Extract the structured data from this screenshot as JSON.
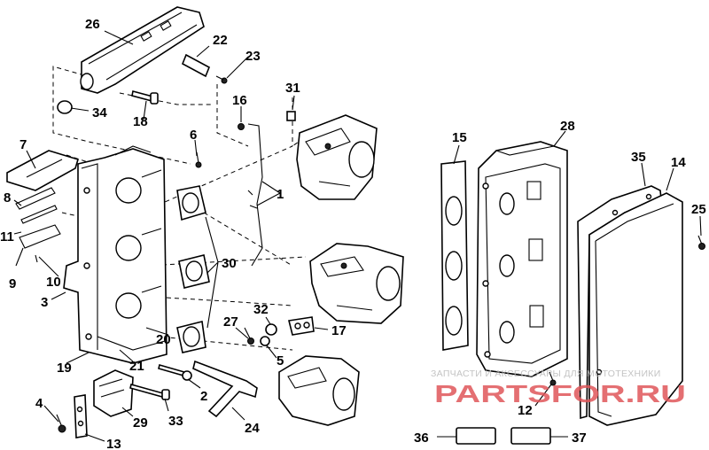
{
  "diagram": {
    "callouts": [
      "1",
      "2",
      "3",
      "4",
      "5",
      "6",
      "7",
      "8",
      "9",
      "10",
      "11",
      "12",
      "13",
      "14",
      "15",
      "16",
      "17",
      "18",
      "19",
      "20",
      "21",
      "22",
      "23",
      "24",
      "25",
      "26",
      "27",
      "28",
      "29",
      "30",
      "31",
      "32",
      "33",
      "34",
      "35",
      "36",
      "37"
    ]
  },
  "watermark": {
    "subtitle": "ЗАПЧАСТИ И АКСЕССУАРЫ ДЛЯ МОТОТЕХНИКИ",
    "brand": "PARTSFOR.RU",
    "color": "#e0565a"
  }
}
